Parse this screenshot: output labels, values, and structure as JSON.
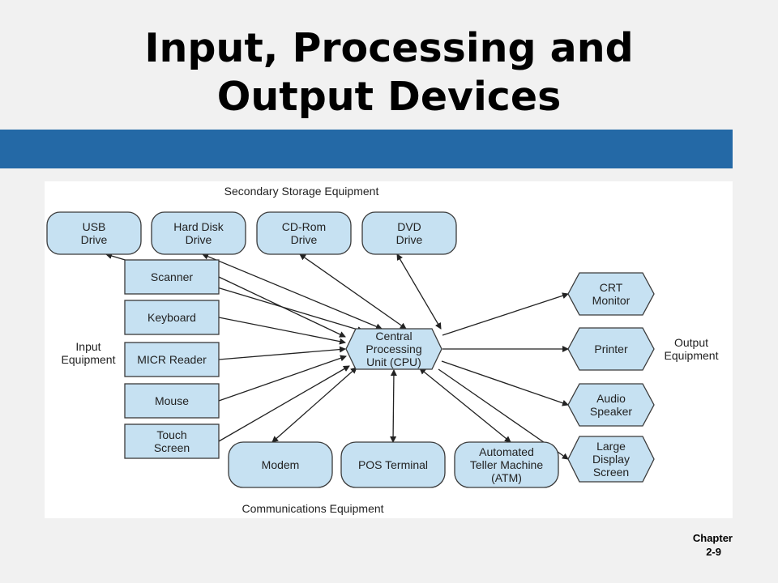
{
  "title": {
    "line1": "Input, Processing and",
    "line2": "Output Devices"
  },
  "footer": {
    "chapter_label": "Chapter",
    "chapter_number": "2-9"
  },
  "diagram": {
    "section_labels": {
      "storage": "Secondary Storage Equipment",
      "communications": "Communications Equipment",
      "input": [
        "Input",
        "Equipment"
      ],
      "output": [
        "Output",
        "Equipment"
      ]
    },
    "cpu": [
      "Central",
      "Processing",
      "Unit (CPU)"
    ],
    "storage_devices": [
      [
        "USB",
        "Drive"
      ],
      [
        "Hard Disk",
        "Drive"
      ],
      [
        "CD-Rom",
        "Drive"
      ],
      [
        "DVD",
        "Drive"
      ]
    ],
    "input_devices": [
      [
        "Scanner"
      ],
      [
        "Keyboard"
      ],
      [
        "MICR Reader"
      ],
      [
        "Mouse"
      ],
      [
        "Touch",
        "Screen"
      ]
    ],
    "output_devices": [
      [
        "CRT",
        "Monitor"
      ],
      [
        "Printer"
      ],
      [
        "Audio",
        "Speaker"
      ],
      [
        "Large",
        "Display",
        "Screen"
      ]
    ],
    "communication_devices": [
      [
        "Modem"
      ],
      [
        "POS Terminal"
      ],
      [
        "Automated",
        "Teller Machine",
        "(ATM)"
      ]
    ],
    "colors": {
      "box_fill": "#c6e1f2",
      "box_stroke": "#3a3a3a",
      "arrow": "#222222",
      "band": "#2469a6"
    }
  }
}
